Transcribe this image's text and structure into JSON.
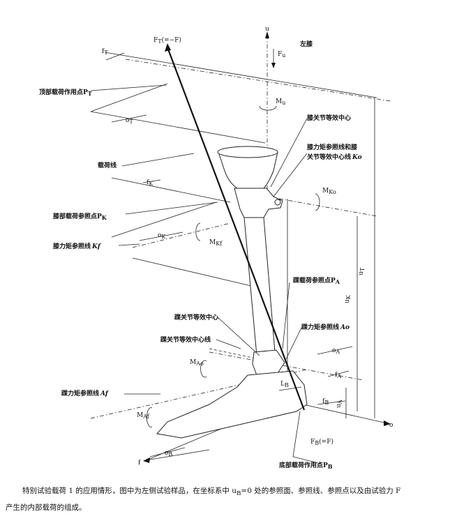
{
  "labels": {
    "ft_label": "F",
    "ft_sub": "T",
    "ft_paren": "(=−F)",
    "u_axis": "u",
    "o_axis": "o",
    "f_axis": "f",
    "left_knee": "左膝",
    "fu": "F",
    "fu_sub": "u",
    "mu": "M",
    "mu_sub": "u",
    "ft_dist": "f",
    "ft_dist_sub": "T",
    "top_load_point": "顶部载荷作用点",
    "pt": "P",
    "pt_sub": "T",
    "ot": "o",
    "ot_sub": "T",
    "load_line": "载荷线",
    "knee_center": "膝关节等效中心",
    "knee_ref1": "膝力矩参照线和膝",
    "knee_ref2": "关节等效中心线",
    "ko": "Ko",
    "mko": "M",
    "mko_sub": "Ko",
    "fk": "f",
    "fk_sub": "K",
    "knee_load_point": "膝部载荷参照点",
    "pk": "P",
    "pk_sub": "K",
    "ok": "o",
    "ok_sub": "K",
    "knee_moment_ref": "膝力矩参照线",
    "kf": "Kf",
    "mkf": "M",
    "mkf_sub": "Kf",
    "ut": "u",
    "ut_sub": "T",
    "uk": "u",
    "uk_sub": "K",
    "ankle_load_point": "踝载荷参照点",
    "pa": "P",
    "pa_sub": "A",
    "ankle_center": "踝关节等效中心",
    "ankle_moment_ref_ao": "踝力矩参照线",
    "ao": "Ao",
    "ankle_center_line": "踝关节等效中心线",
    "oa": "o",
    "oa_sub": "A",
    "mao": "M",
    "mao_sub": "Ao",
    "fa": "f",
    "fa_sub": "A",
    "lb": "L",
    "lb_sub": "B",
    "fb": "f",
    "fb_sub": "B",
    "ua": "u",
    "ua_sub": "A",
    "ankle_moment_ref_af": "踝力矩参照线",
    "af": "Af",
    "maf": "M",
    "maf_sub": "Af",
    "fb_force": "F",
    "fb_force_sub": "B",
    "fb_force_paren": "(=F)",
    "ob": "o",
    "ob_sub": "B",
    "bottom_load_point": "底部载荷作用点",
    "pb": "P",
    "pb_sub": "B"
  },
  "caption": {
    "line1": "特别试验载荷 1 的应用情形，图中为左侧试验样品，在坐标系中 u",
    "line1_sub": "B",
    "line1_rest": "=0 处的参照面、参照线、参照点以及由试验力 F",
    "line2": "产生的内部载荷的组成。"
  }
}
